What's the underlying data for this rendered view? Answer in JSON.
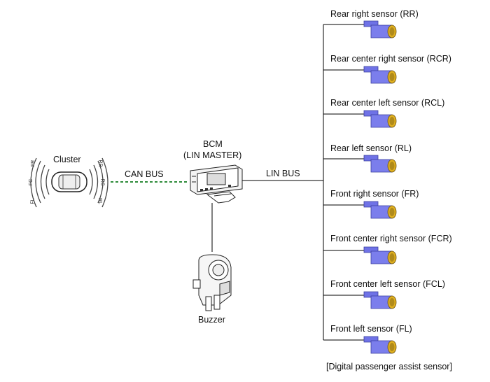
{
  "cluster": {
    "label": "Cluster",
    "zones": {
      "fr": "FR",
      "fc": "FC",
      "fl": "FL",
      "rr": "RR",
      "rc": "RC",
      "rl": "RL"
    }
  },
  "can_bus": {
    "label": "CAN BUS",
    "color": "#2e8b3a"
  },
  "bcm": {
    "line1": "BCM",
    "line2": "(LIN MASTER)"
  },
  "lin_bus": {
    "label": "LIN BUS"
  },
  "buzzer": {
    "label": "Buzzer"
  },
  "sensors": [
    "Rear right sensor (RR)",
    "Rear center right sensor (RCR)",
    "Rear center left sensor (RCL)",
    "Rear left sensor (RL)",
    "Front right sensor (FR)",
    "Front center right sensor (FCR)",
    "Front center left sensor (FCL)",
    "Front left sensor (FL)"
  ],
  "caption": "[Digital passenger assist sensor]",
  "colors": {
    "sensor_body": "#6f72e6",
    "sensor_face": "#e0b020",
    "line": "#000000"
  }
}
